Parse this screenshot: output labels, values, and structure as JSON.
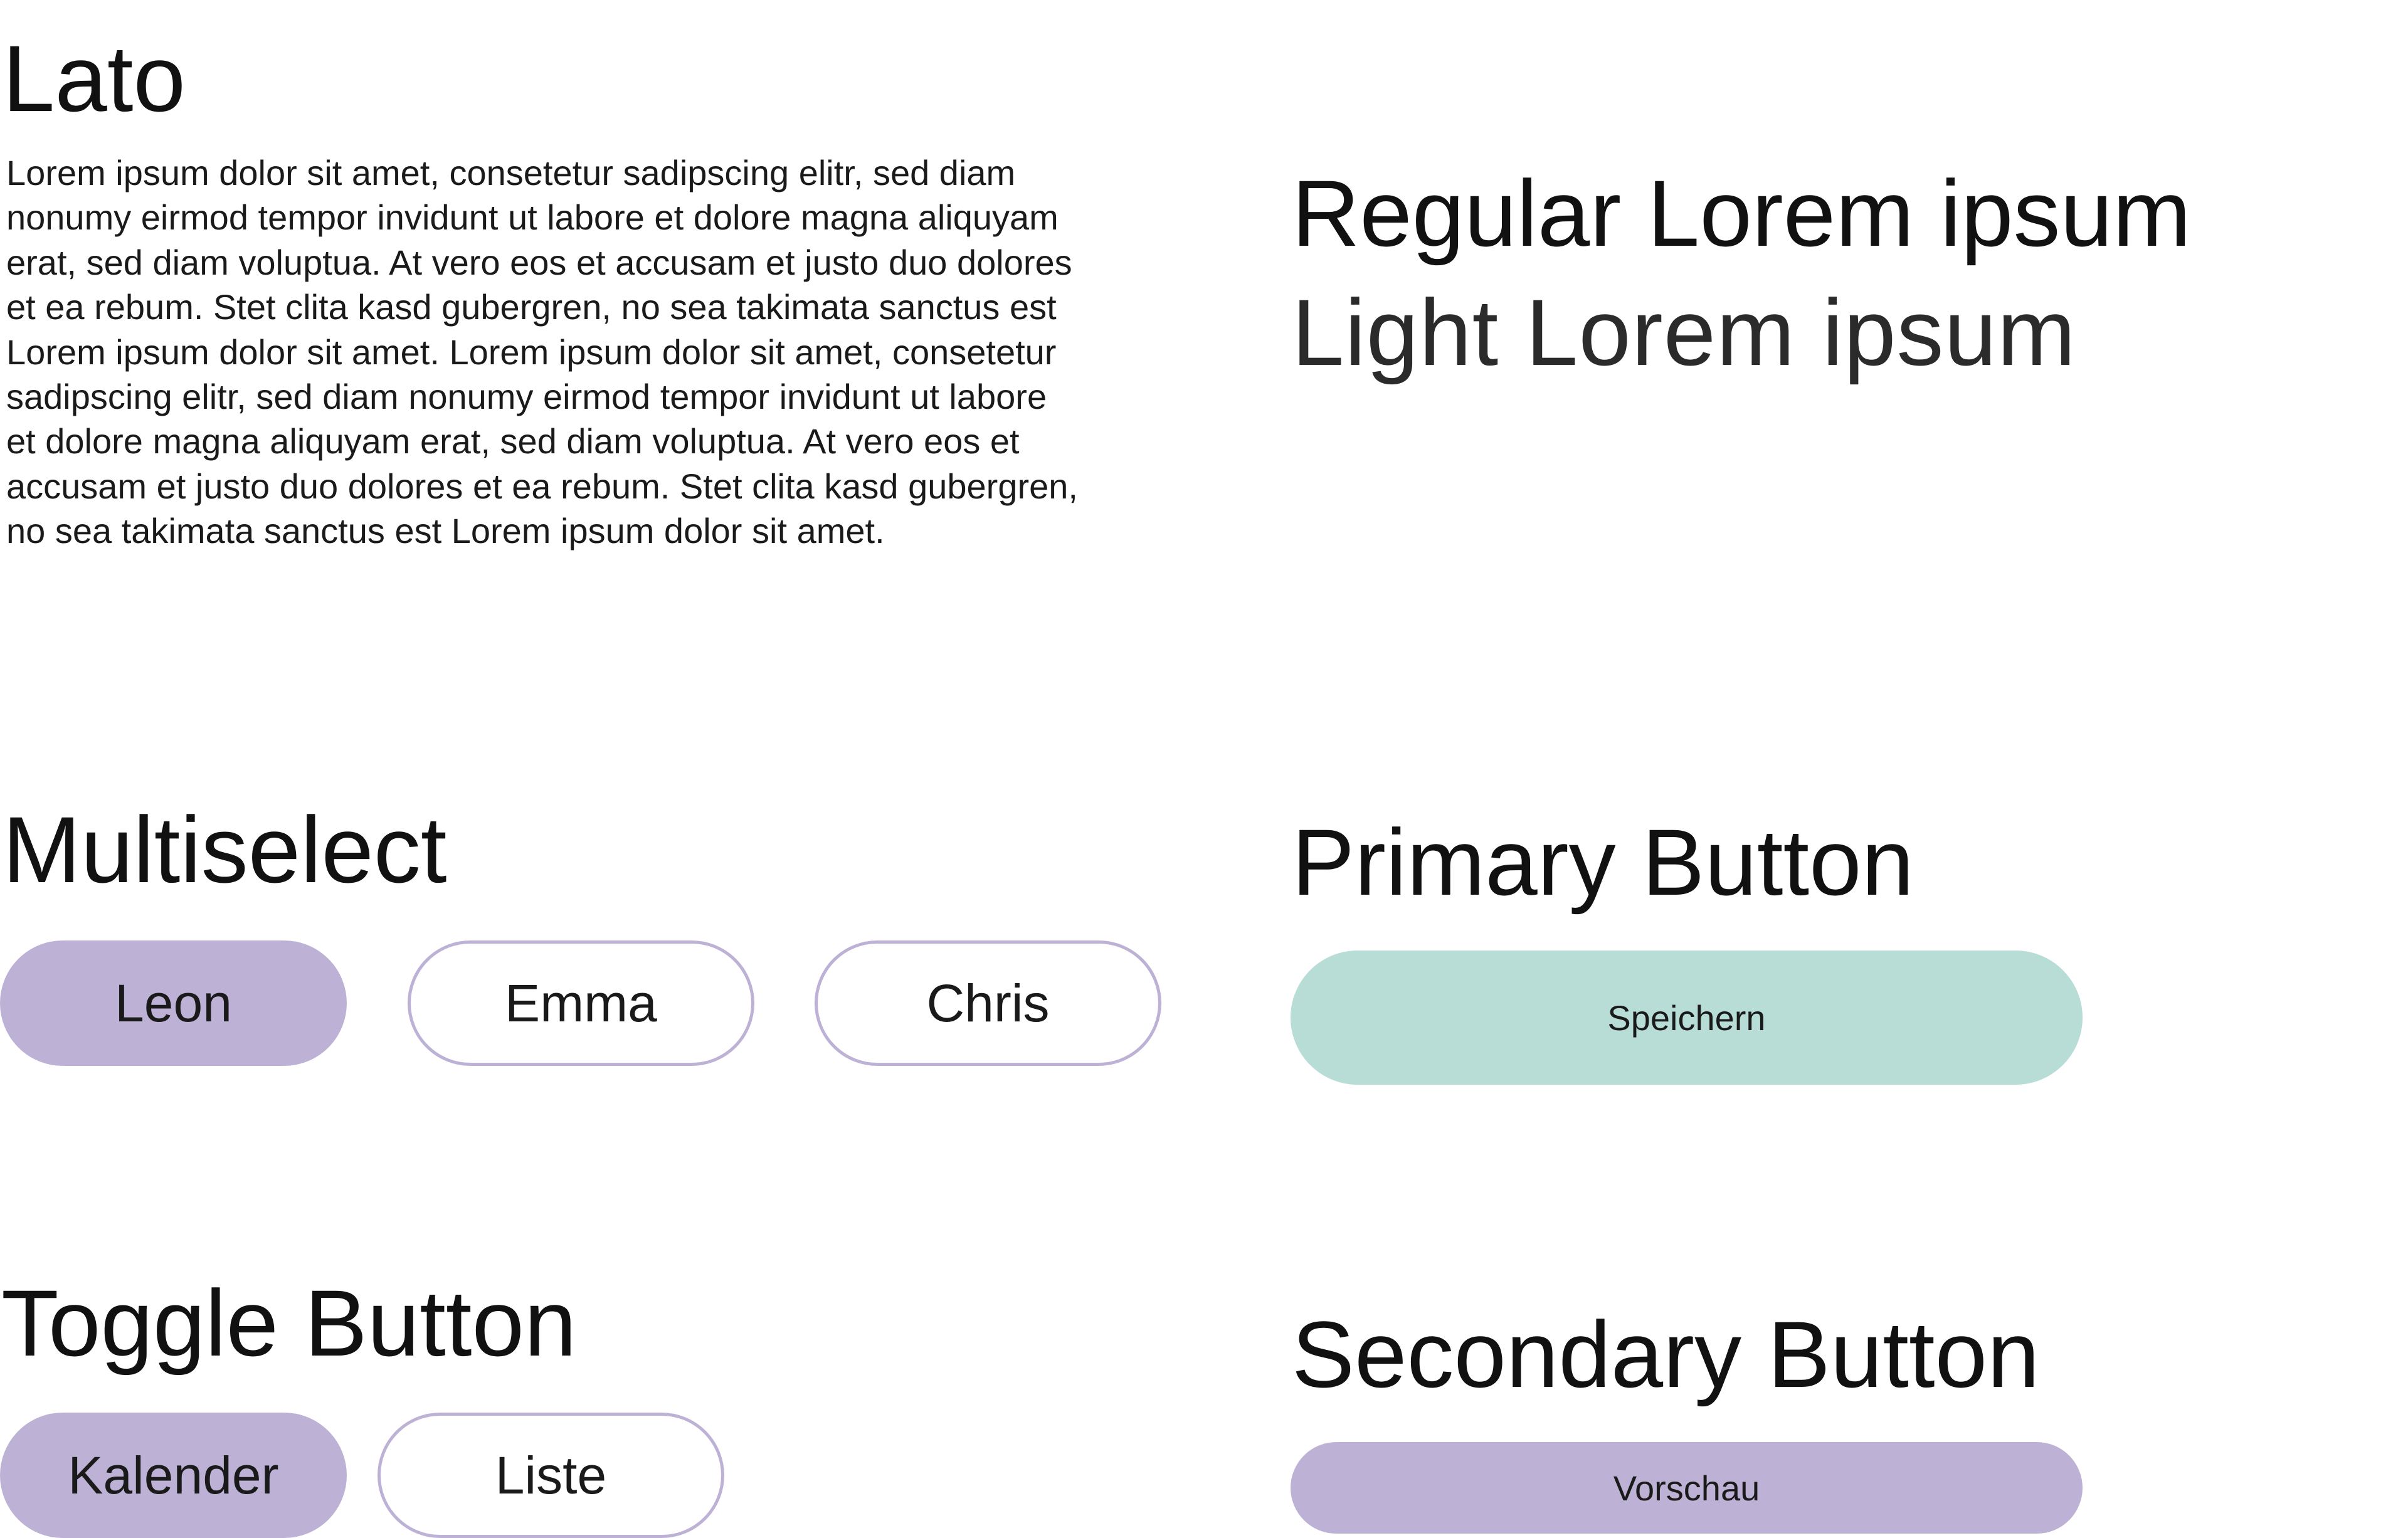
{
  "typography": {
    "font_name": "Lato",
    "sample_text": "Lorem ipsum dolor sit amet, consetetur sadipscing elitr, sed diam nonumy eirmod tempor invidunt ut labore et dolore magna aliquyam erat, sed diam voluptua. At vero eos et accusam et justo duo dolores et ea rebum. Stet clita kasd gubergren, no sea takimata sanctus est Lorem ipsum dolor sit amet. Lorem ipsum dolor sit amet, consetetur sadipscing elitr, sed diam nonumy eirmod tempor invidunt ut labore et dolore magna aliquyam erat, sed diam voluptua. At vero eos et accusam et justo duo dolores et ea rebum. Stet clita kasd gubergren, no sea takimata sanctus est Lorem ipsum dolor sit amet.",
    "regular_sample": "Regular Lorem ipsum",
    "light_sample": "Light Lorem ipsum"
  },
  "multiselect": {
    "heading": "Multiselect",
    "options": [
      {
        "label": "Leon",
        "selected": true
      },
      {
        "label": "Emma",
        "selected": false
      },
      {
        "label": "Chris",
        "selected": false
      }
    ]
  },
  "primary_button": {
    "heading": "Primary Button",
    "label": "Speichern",
    "color": "#b7ddd6"
  },
  "toggle_button": {
    "heading": "Toggle Button",
    "options": [
      {
        "label": "Kalender",
        "selected": true
      },
      {
        "label": "Liste",
        "selected": false
      }
    ]
  },
  "secondary_button": {
    "heading": "Secondary Button",
    "label": "Vorschau",
    "color": "#bdb2d6"
  },
  "colors": {
    "accent_purple": "#bdb2d6",
    "accent_mint": "#b7ddd6",
    "text": "#1a1a1a",
    "background": "#ffffff"
  }
}
